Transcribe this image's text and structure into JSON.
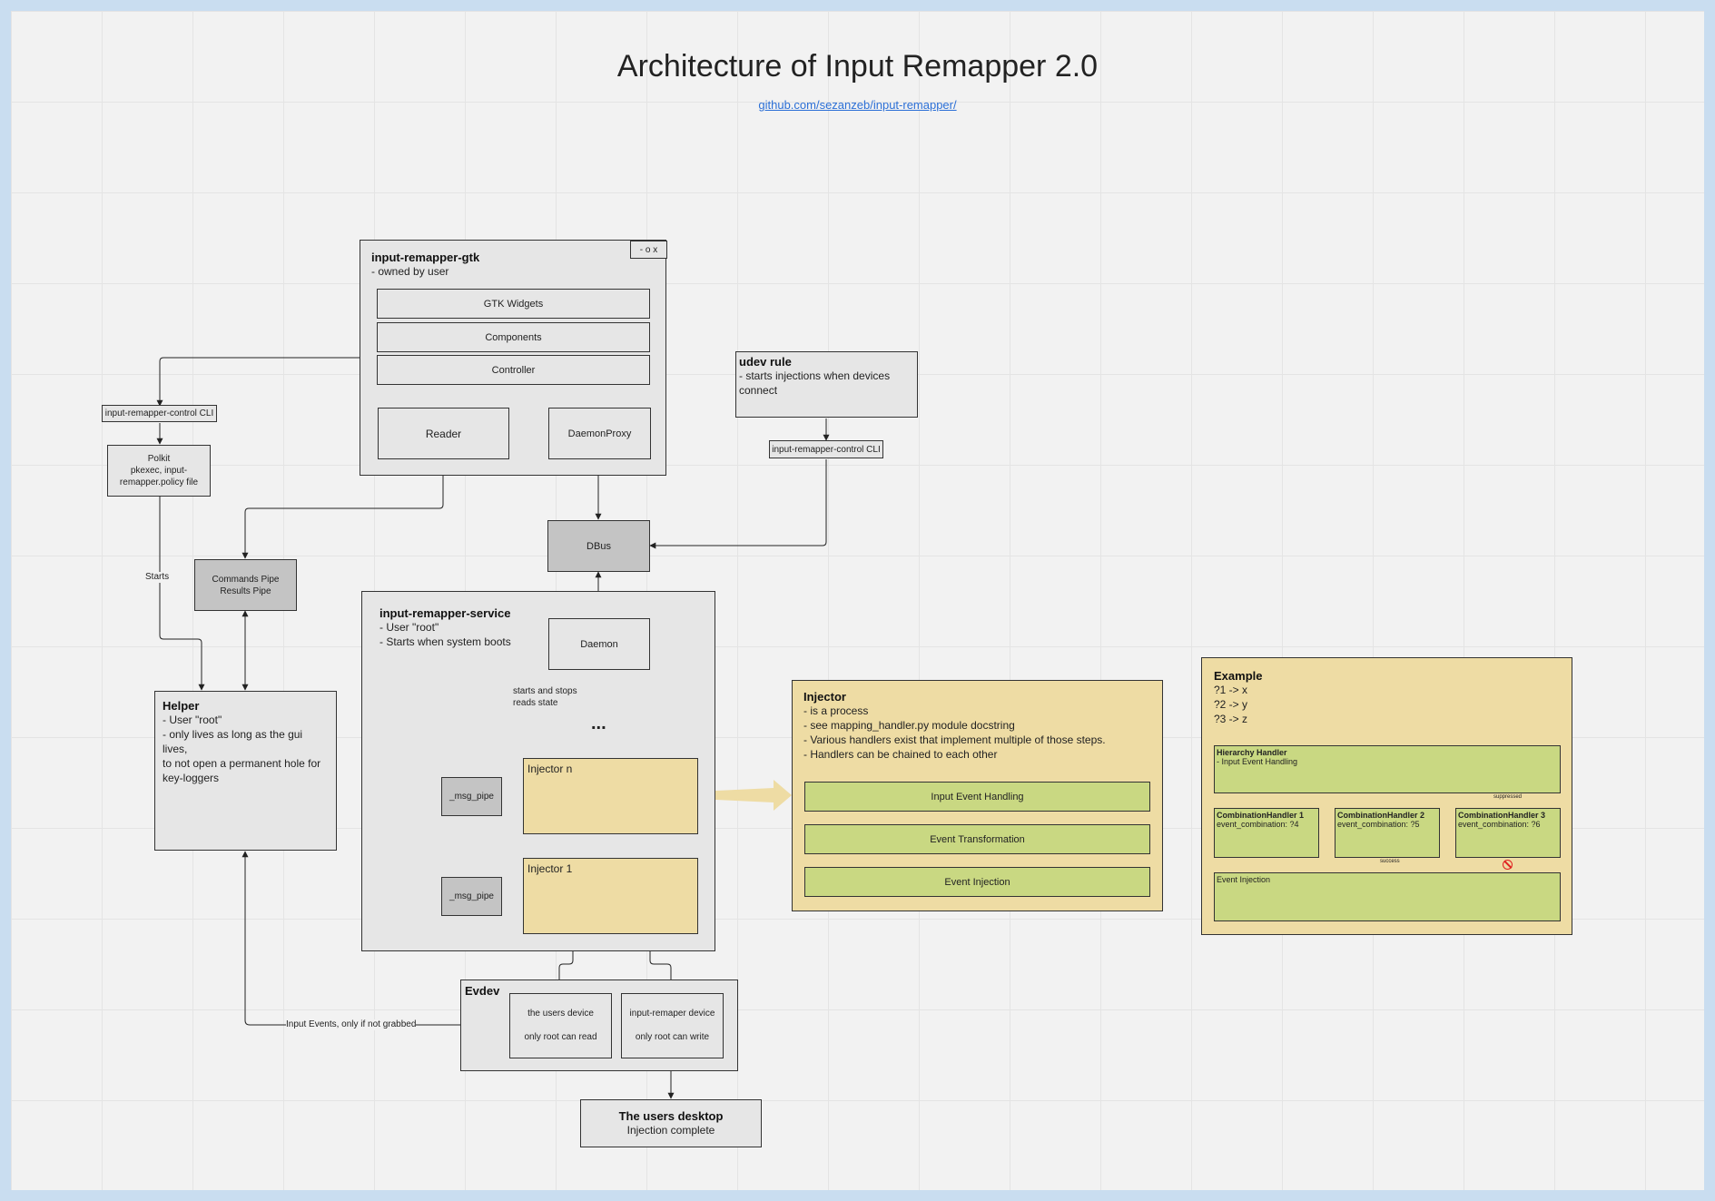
{
  "header": {
    "title": "Architecture of Input Remapper 2.0",
    "link": "github.com/sezanzeb/input-remapper/"
  },
  "gtk": {
    "title": "input-remapper-gtk",
    "desc": "- owned by user",
    "window_controls": "- o x",
    "layers": [
      "GTK Widgets",
      "Components",
      "Controller"
    ],
    "reader": "Reader",
    "daemon_proxy": "DaemonProxy"
  },
  "cli_left": "input-remapper-control CLI",
  "polkit": [
    "Polkit",
    "pkexec, input-",
    "remapper.policy file"
  ],
  "pipes": [
    "Commands Pipe",
    "Results Pipe"
  ],
  "starts_label": "Starts",
  "helper": {
    "title": "Helper",
    "lines": [
      "- User \"root\"",
      "- only lives as long as the gui lives,",
      "to not open a permanent hole for",
      "key-loggers"
    ]
  },
  "udev": {
    "title": "udev rule",
    "lines": [
      "- starts injections when devices",
      "connect"
    ]
  },
  "cli_right": "input-remapper-control CLI",
  "dbus": "DBus",
  "service": {
    "title": "input-remapper-service",
    "lines": [
      "- User \"root\"",
      "- Starts when system boots"
    ],
    "daemon": "Daemon",
    "daemon_label": [
      "starts and stops",
      "reads state"
    ],
    "ellipsis": "...",
    "msg_pipe": "_msg_pipe",
    "injector_n": "Injector n",
    "injector_1": "Injector 1"
  },
  "evdev": {
    "title": "Evdev",
    "users_device": [
      "the users device",
      "only root can read"
    ],
    "remapper_device": [
      "input-remaper device",
      "only root can write"
    ]
  },
  "input_events_label": "Input Events, only if not grabbed",
  "desktop": {
    "title": "The users desktop",
    "subtitle": "Injection complete"
  },
  "injector": {
    "title": "Injector",
    "lines": [
      "- is a process",
      "- see mapping_handler.py module docstring",
      "- Various handlers exist that implement multiple of those steps.",
      "- Handlers can be chained to each other"
    ],
    "steps": [
      "Input Event Handling",
      "Event Transformation",
      "Event Injection"
    ]
  },
  "example": {
    "title": "Example",
    "lines": [
      "?1 -> x",
      "?2 -> y",
      "?3 -> z"
    ],
    "hierarchy": {
      "title": "Hierarchy Handler",
      "sub": "- Input Event Handling"
    },
    "suppressed_label": "suppressed",
    "success_label": "success",
    "handlers": [
      {
        "title": "CombinationHandler 1",
        "sub": "event_combination: ?4"
      },
      {
        "title": "CombinationHandler 2",
        "sub": "event_combination: ?5"
      },
      {
        "title": "CombinationHandler 3",
        "sub": "event_combination: ?6"
      }
    ],
    "event_injection": "Event Injection"
  },
  "colors": {
    "yellow": "#eedca4",
    "green": "#c9d882",
    "gray": "#e6e6e6",
    "dark_gray": "#c4c4c4",
    "link": "#2b6fd6",
    "stop": "#e02020"
  },
  "icons": [
    "window-controls-icon",
    "arrow-icon",
    "fat-arrow-icon",
    "stop-icon"
  ]
}
